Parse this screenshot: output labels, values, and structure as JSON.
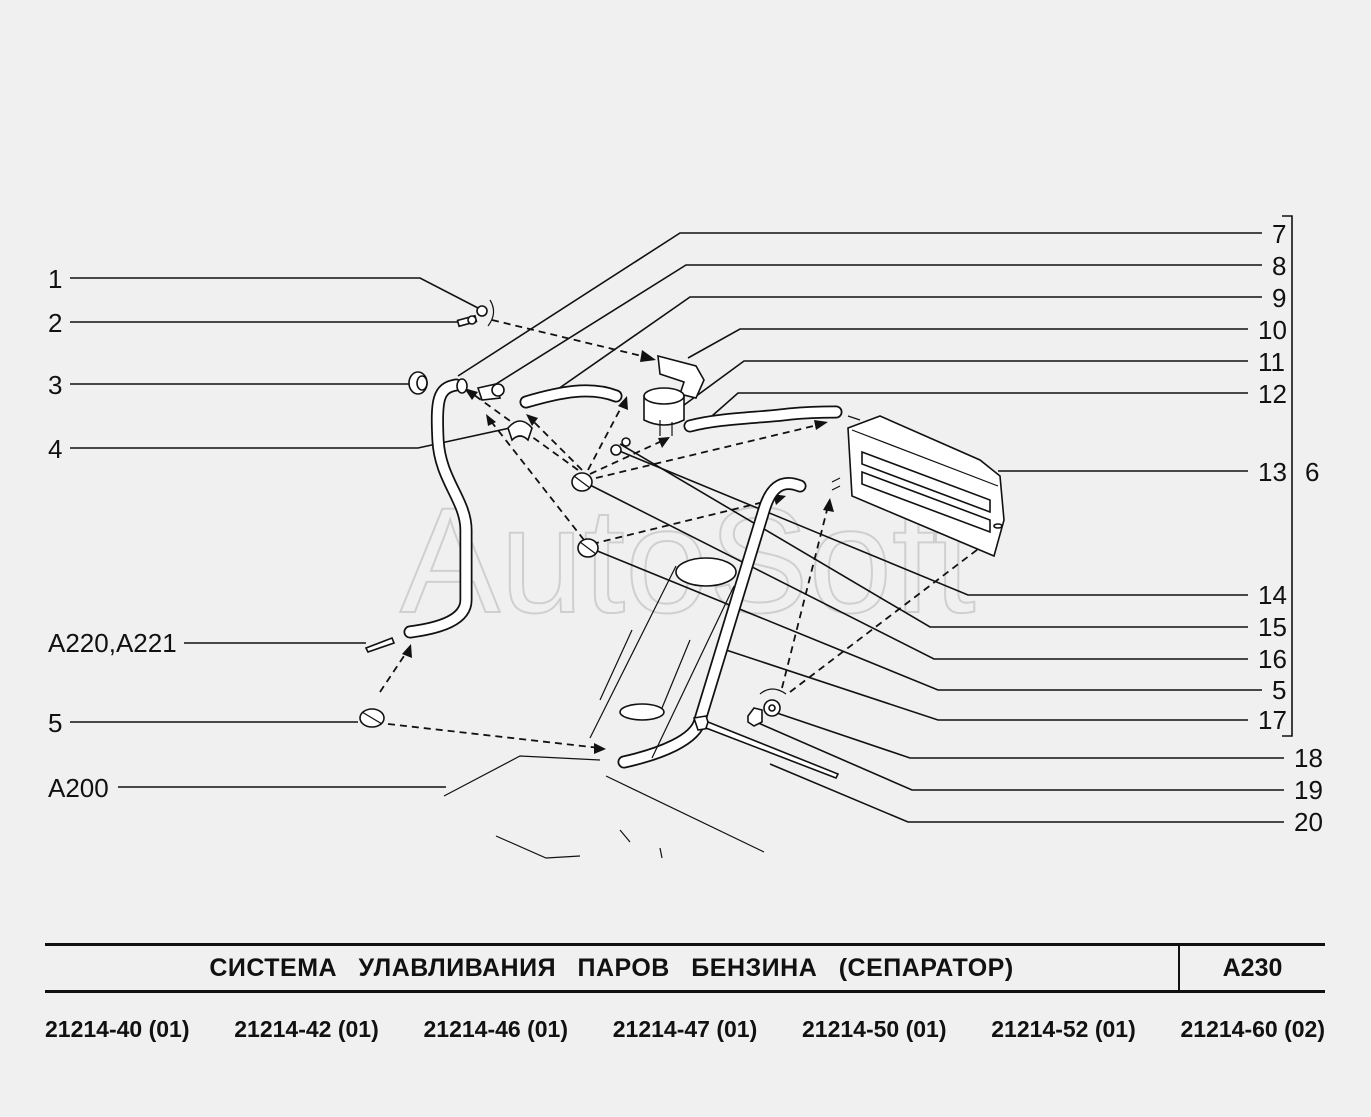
{
  "watermark": "AutoSoft",
  "callouts_left": [
    "1",
    "2",
    "3",
    "4",
    "A220,A221",
    "5",
    "A200"
  ],
  "callouts_right": [
    "7",
    "8",
    "9",
    "10",
    "11",
    "12",
    "13",
    "14",
    "15",
    "16",
    "5",
    "17",
    "18",
    "19",
    "20"
  ],
  "group_label": "6",
  "title": "СИСТЕМА   УЛАВЛИВАНИЯ   ПАРОВ   БЕНЗИНА (СЕПАРАТОР)",
  "code": "A230",
  "models": [
    "21214-40 (01)",
    "21214-42 (01)",
    "21214-46 (01)",
    "21214-47 (01)",
    "21214-50 (01)",
    "21214-52 (01)",
    "21214-60 (02)"
  ]
}
